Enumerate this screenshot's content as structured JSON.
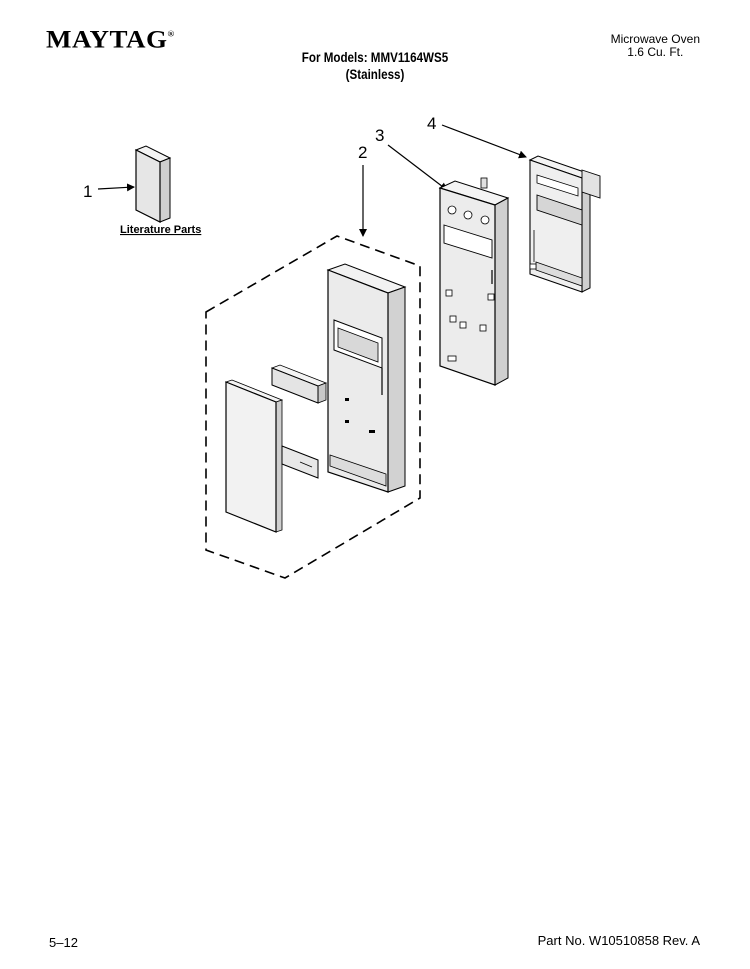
{
  "header": {
    "brand": "MAYTAG",
    "brand_mark": "®",
    "product_line1": "Microwave Oven",
    "product_line2": "1.6 Cu. Ft.",
    "title_line1": "For Models: MMV1164WS5",
    "title_line2": "(Stainless)"
  },
  "diagram": {
    "callouts": [
      "1",
      "2",
      "3",
      "4"
    ],
    "literature_label": "Literature Parts"
  },
  "footer": {
    "page_number": "5–12",
    "part_number": "Part No. W10510858 Rev. A"
  }
}
